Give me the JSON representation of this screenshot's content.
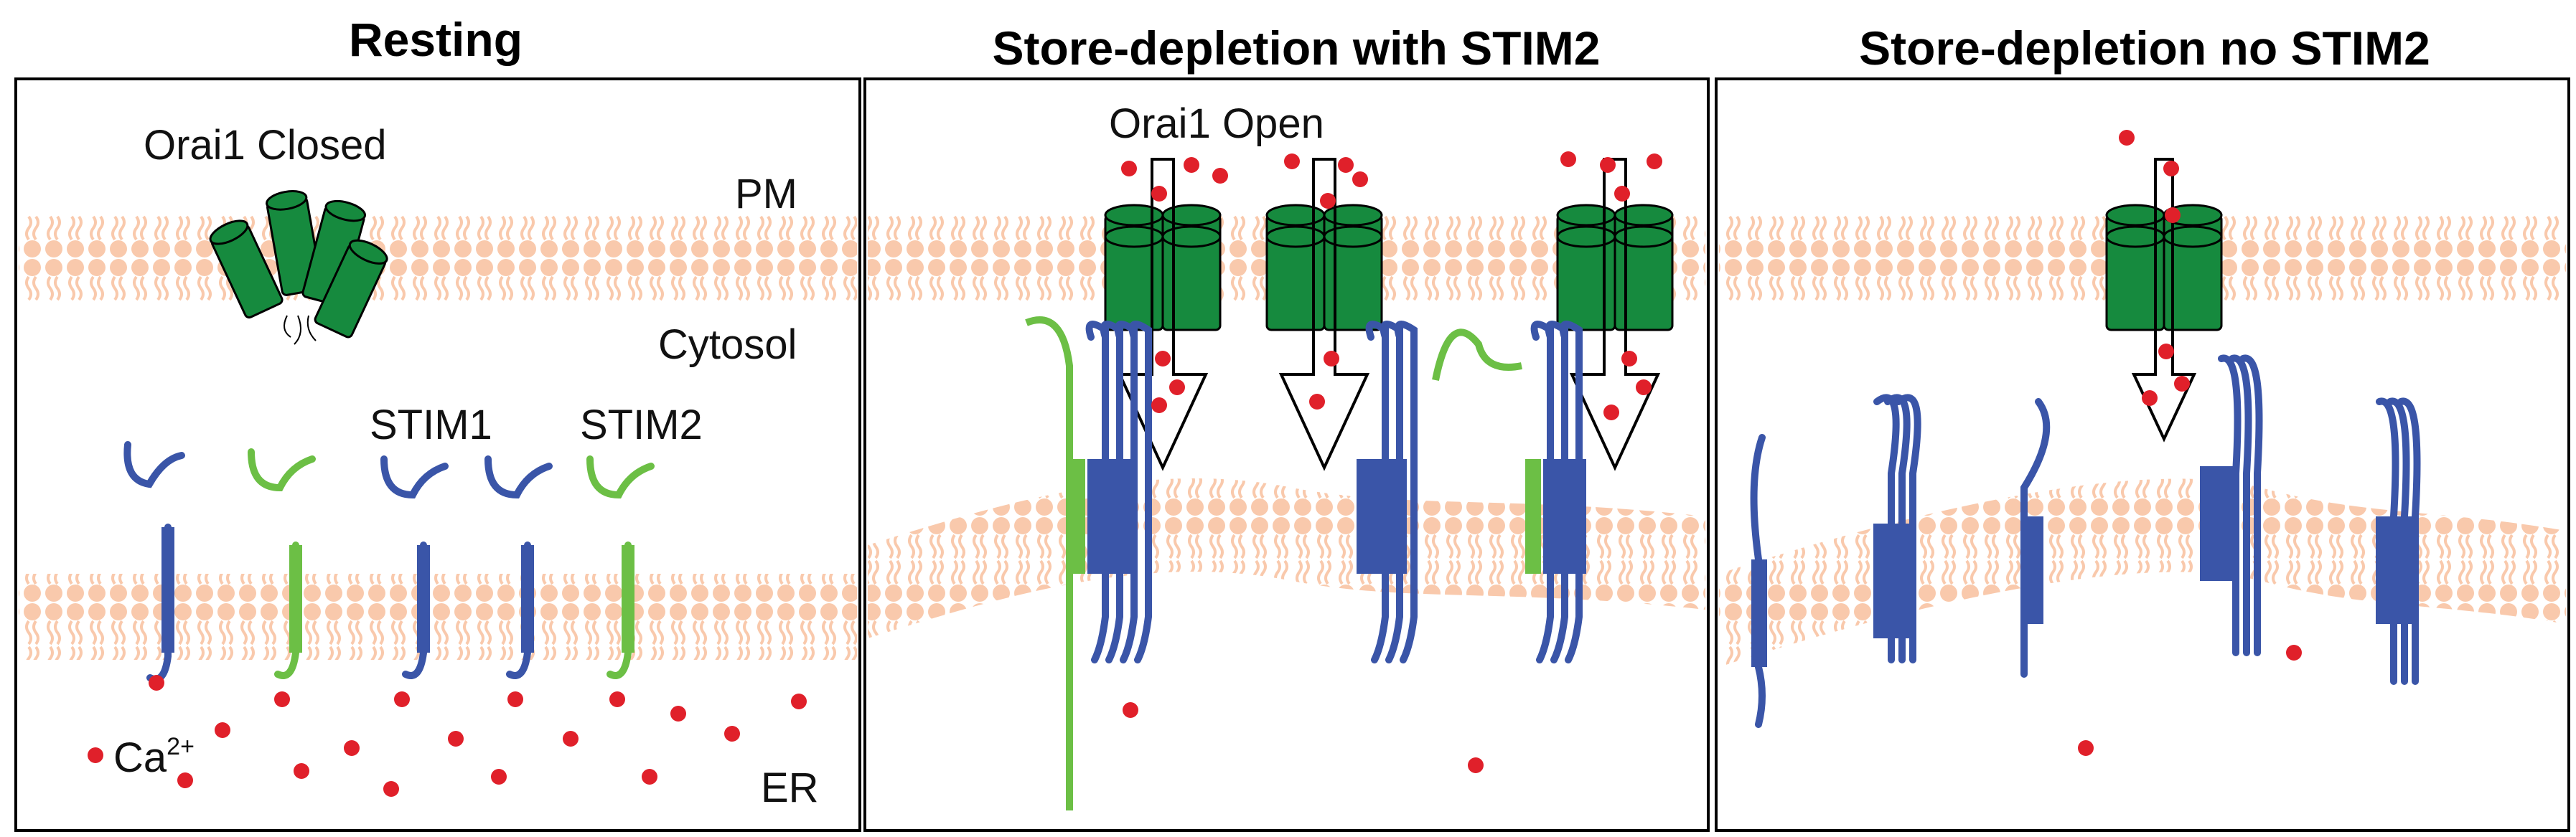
{
  "panels": [
    {
      "title": "Resting",
      "labels": {
        "channel": "Orai1 Closed",
        "pm": "PM",
        "cytosol": "Cytosol",
        "stim1": "STIM1",
        "stim2": "STIM2",
        "calcium": "Ca",
        "calcium_charge": "2+",
        "er": "ER"
      }
    },
    {
      "title": "Store-depletion with STIM2",
      "labels": {
        "channel": "Orai1 Open"
      }
    },
    {
      "title": "Store-depletion no STIM2",
      "labels": {}
    }
  ],
  "colors": {
    "stim1": "#3a55a8",
    "stim2": "#6cbf45",
    "orai1": "#168a3e",
    "calcium": "#e0202a",
    "membrane": "#f7c9ad"
  },
  "icons": [
    "orai1-channel-icon",
    "stim1-protein-icon",
    "stim2-protein-icon",
    "calcium-ion-icon",
    "calcium-flux-arrow-icon",
    "lipid-bilayer-icon"
  ]
}
